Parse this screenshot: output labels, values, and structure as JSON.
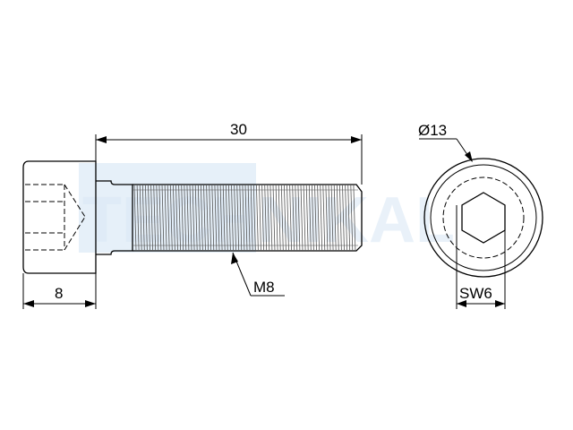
{
  "watermark": {
    "text": "TECHNIKAL",
    "block_color": "#cfe2f3",
    "text_color": "#dbe9f6"
  },
  "dimensions": {
    "length": "30",
    "head_height": "8",
    "thread": "M8",
    "head_diameter": "Ø13",
    "socket_size": "SW6"
  },
  "colors": {
    "line": "#000000",
    "thread": "#333333",
    "dim_line": "#000000"
  }
}
